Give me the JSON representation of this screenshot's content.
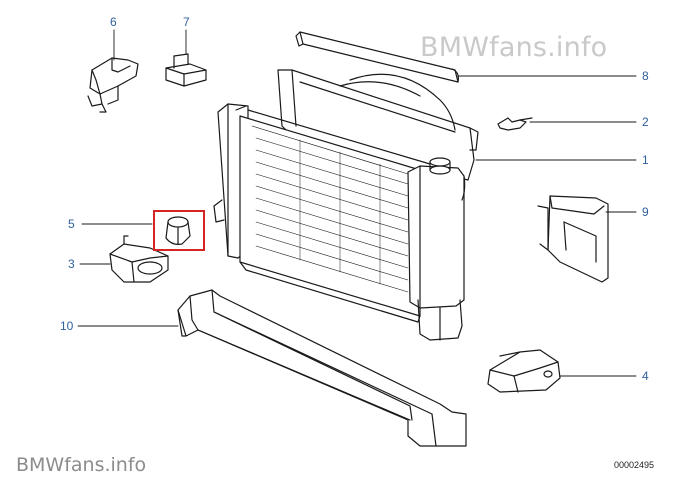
{
  "watermark": {
    "top": "BMWfans.info",
    "bottom": "BMWfans.info"
  },
  "diagram_id": "00002495",
  "callouts": {
    "c1": "1",
    "c2": "2",
    "c3": "3",
    "c4": "4",
    "c5": "5",
    "c6": "6",
    "c7": "7",
    "c8": "8",
    "c9": "9",
    "c10": "10"
  },
  "colors": {
    "callout": "#2f5f9e",
    "highlight": "#d42424",
    "line_art": "#1a1a1a",
    "watermark_top": "#c9c9c9",
    "watermark_bottom": "#8c8c8c"
  },
  "highlighted_part": "5"
}
